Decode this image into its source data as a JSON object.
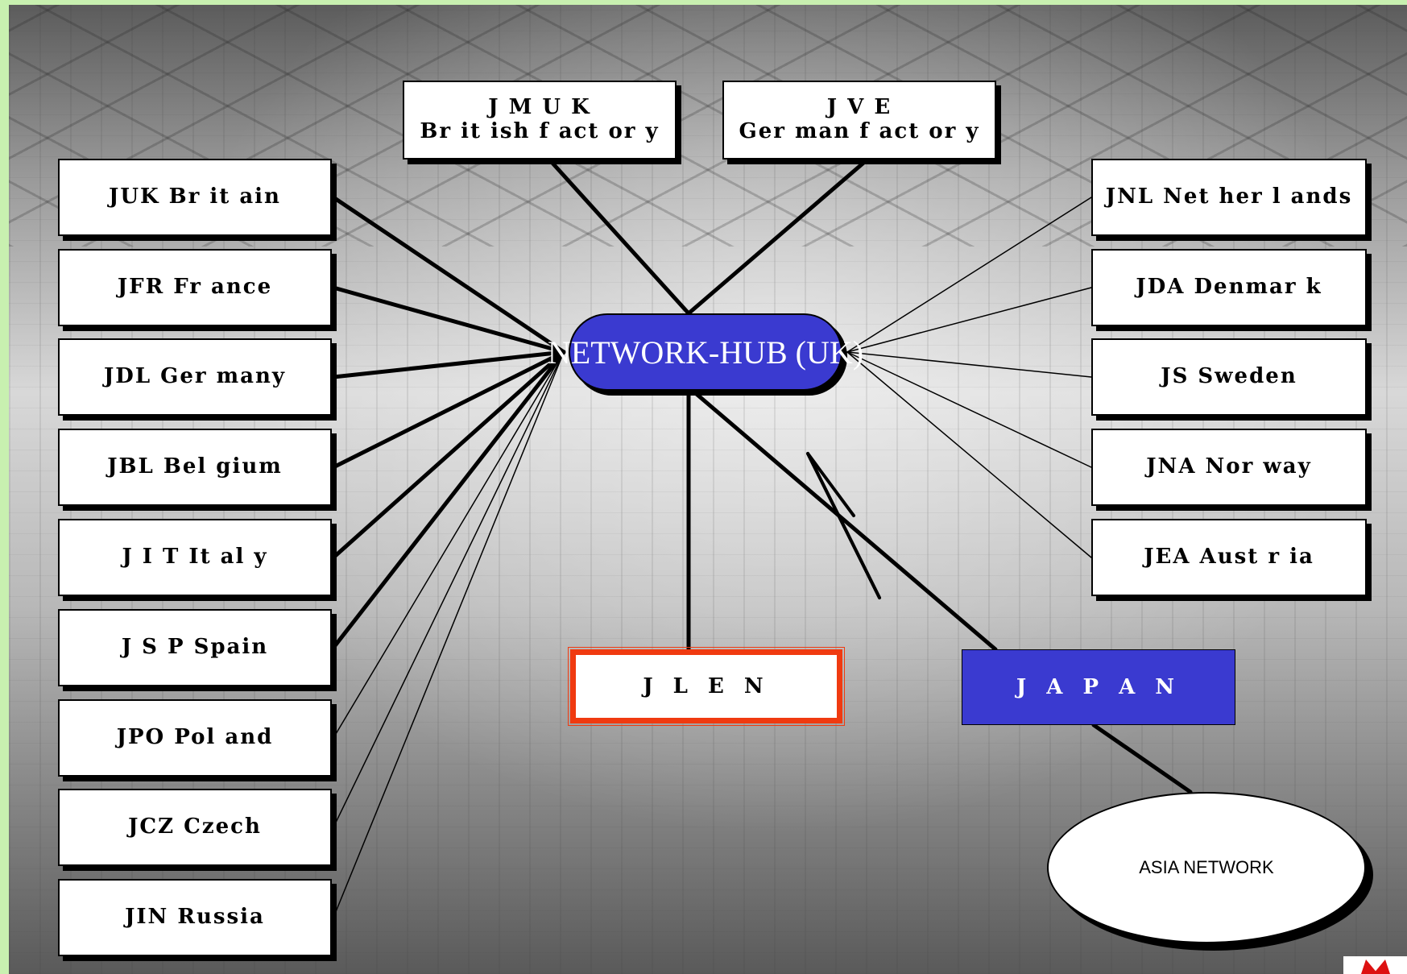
{
  "hub": {
    "label": "NETWORK-HUB (UK)"
  },
  "factories": [
    {
      "code": "J M U K",
      "label": "Br it ish f act or y"
    },
    {
      "code": "J V E",
      "label": "Ger man f act or y"
    }
  ],
  "left_offices": [
    "JUK Br it ain",
    "JFR Fr ance",
    "JDL Ger many",
    "JBL Bel gium",
    "J I T It al y",
    "J S P Spain",
    "JPO Pol and",
    "JCZ Czech",
    "JIN Russia"
  ],
  "right_offices": [
    "JNL Net her l ands",
    "JDA Denmar k",
    "JS  Sweden",
    "JNA Nor way",
    "JEA Aust r ia"
  ],
  "jlen": {
    "label": "J L E N"
  },
  "japan": {
    "label": "J A P A N"
  },
  "asia": {
    "label": "ASIA NETWORK"
  },
  "colors": {
    "hub": "#3a3ad0",
    "japan": "#3a3ad0",
    "jlen_border": "#f03a10",
    "background_green": "#c8f0b0"
  }
}
